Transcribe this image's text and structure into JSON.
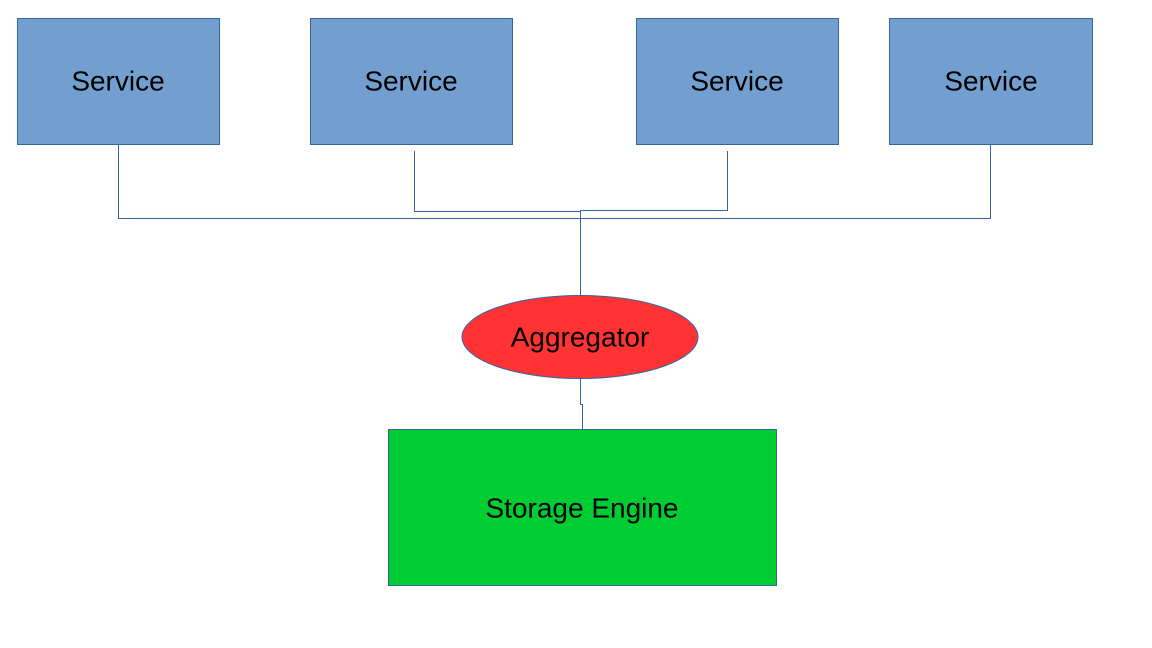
{
  "diagram": {
    "colors": {
      "service_fill": "#729fcf",
      "service_stroke": "#3465a4",
      "aggregator_fill": "#ff3333",
      "aggregator_stroke": "#3465a4",
      "storage_fill": "#00cc33",
      "storage_stroke": "#3465a4",
      "connector": "#3465a4"
    },
    "services": [
      {
        "label": "Service"
      },
      {
        "label": "Service"
      },
      {
        "label": "Service"
      },
      {
        "label": "Service"
      }
    ],
    "aggregator": {
      "label": "Aggregator"
    },
    "storage": {
      "label": "Storage Engine"
    },
    "edges": [
      {
        "from": "service-1",
        "to": "aggregator"
      },
      {
        "from": "service-2",
        "to": "aggregator"
      },
      {
        "from": "service-3",
        "to": "aggregator"
      },
      {
        "from": "service-4",
        "to": "aggregator"
      },
      {
        "from": "aggregator",
        "to": "storage"
      }
    ]
  }
}
